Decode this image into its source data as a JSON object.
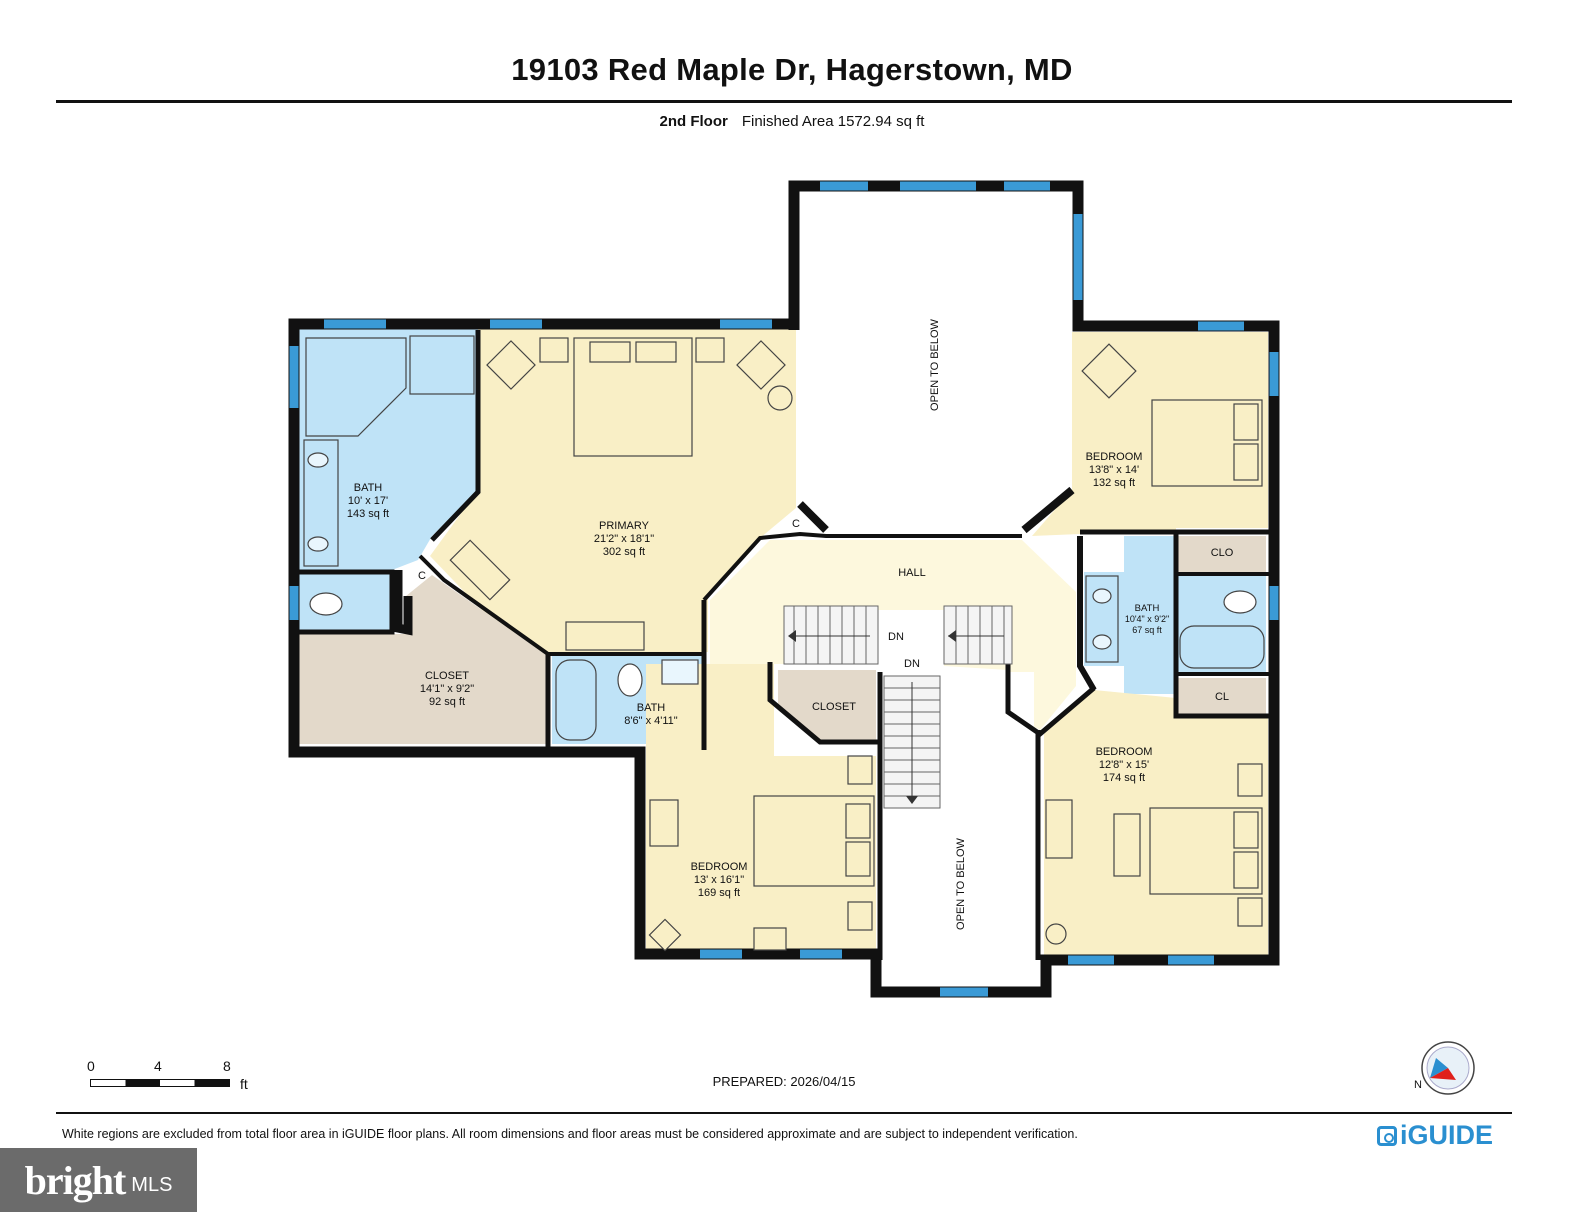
{
  "header": {
    "title": "19103 Red Maple Dr, Hagerstown, MD",
    "floor": "2nd Floor",
    "area": "Finished Area 1572.94 sq ft"
  },
  "rooms": {
    "bath_main": {
      "name": "BATH",
      "dims": "10' x 17'",
      "area": "143 sq ft"
    },
    "primary": {
      "name": "PRIMARY",
      "dims": "21'2\" x 18'1\"",
      "area": "302 sq ft"
    },
    "closet_main": {
      "name": "CLOSET",
      "dims": "14'1\" x 9'2\"",
      "area": "92 sq ft"
    },
    "bath_small": {
      "name": "BATH",
      "dims": "8'6\" x 4'11\""
    },
    "bedroom_sw": {
      "name": "BEDROOM",
      "dims": "13' x 16'1\"",
      "area": "169 sq ft"
    },
    "closet_sw": {
      "name": "CLOSET"
    },
    "hall": {
      "name": "HALL"
    },
    "bedroom_ne": {
      "name": "BEDROOM",
      "dims": "13'8\" x 14'",
      "area": "132 sq ft"
    },
    "bath_east": {
      "name": "BATH",
      "dims": "10'4\" x 9'2\"",
      "area": "67 sq ft"
    },
    "bedroom_se": {
      "name": "BEDROOM",
      "dims": "12'8\" x 15'",
      "area": "174 sq ft"
    },
    "clo": {
      "name": "CLO"
    },
    "cl": {
      "name": "CL"
    },
    "c1": {
      "name": "C"
    },
    "c2": {
      "name": "C"
    },
    "open_top": {
      "name": "OPEN TO BELOW"
    },
    "open_bottom": {
      "name": "OPEN TO BELOW"
    },
    "stairs_dn1": {
      "name": "DN"
    },
    "stairs_dn2": {
      "name": "DN"
    }
  },
  "colors": {
    "bath": "#bfe3f7",
    "bedroom": "#f9efc6",
    "primary": "#f9efc6",
    "closet": "#e3d9ca",
    "hall": "#fdf8dd",
    "wall": "#111111",
    "window": "#3a9ad6"
  },
  "scale_bar": {
    "labels": [
      "0",
      "4",
      "8"
    ],
    "unit": "ft"
  },
  "prepared": "PREPARED: 2026/04/15",
  "compass": {
    "label": "N",
    "icon": "compass-icon"
  },
  "disclaimer": "White regions are excluded from total floor area in iGUIDE floor plans. All room dimensions and floor areas must be considered approximate and are subject to independent verification.",
  "brand": {
    "iguide": "iGUIDE",
    "bright_word": "bright",
    "bright_mls": "MLS"
  }
}
